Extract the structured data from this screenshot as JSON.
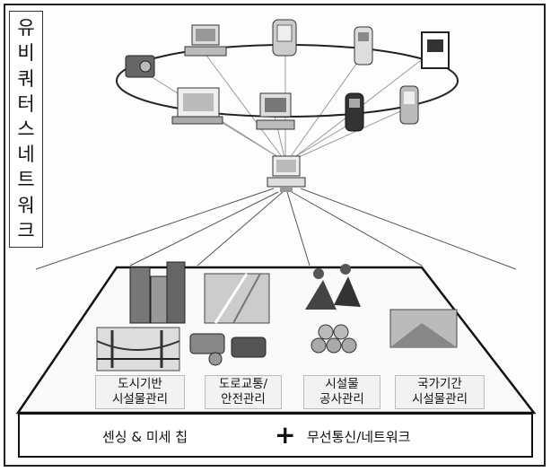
{
  "side_title_chars": [
    "유",
    "비",
    "쿼",
    "터",
    "스",
    "네",
    "트",
    "워",
    "크"
  ],
  "captions": {
    "city": [
      "도시기반",
      "시설물관리"
    ],
    "road": [
      "도로교통/",
      "안전관리"
    ],
    "construction": [
      "시설물",
      "공사관리"
    ],
    "national": [
      "국가기간",
      "시설물관리"
    ]
  },
  "bottom": {
    "sensing": "센싱 & 미세 칩",
    "plus": "+",
    "wireless": "무선통신/네트워크"
  }
}
